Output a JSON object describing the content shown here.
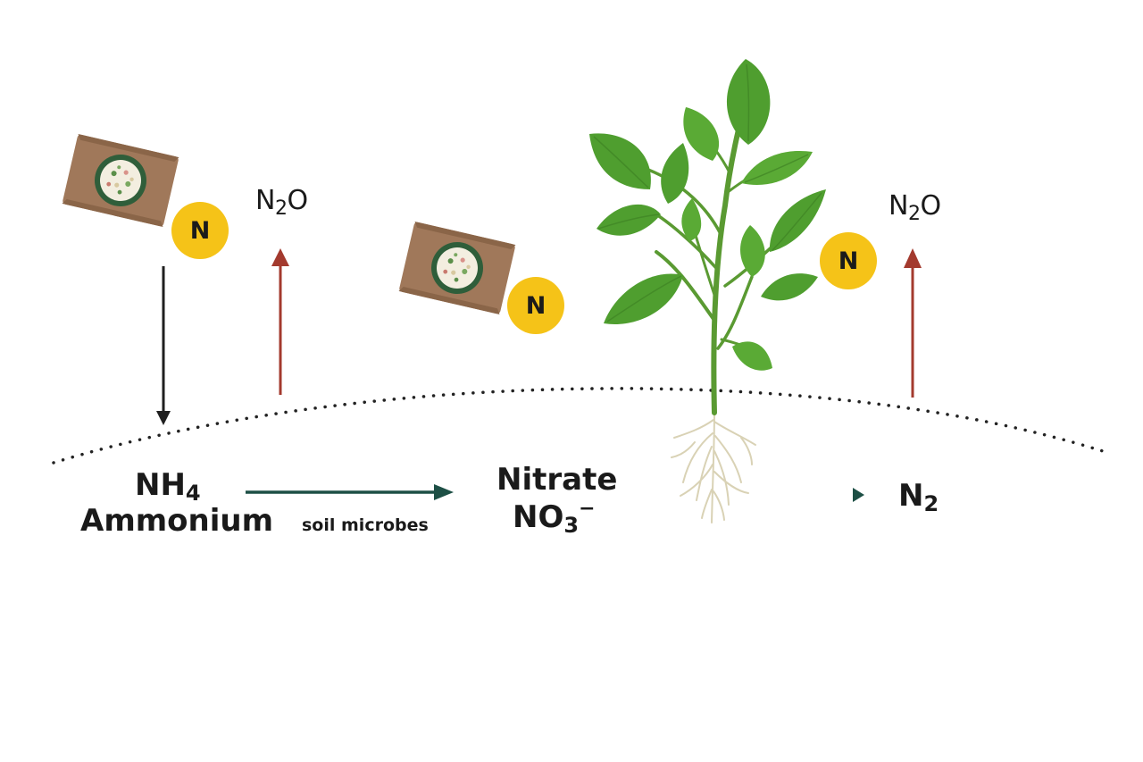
{
  "colors": {
    "bag_brown": "#a0785a",
    "bag_dark": "#8a6548",
    "bag_ring": "#2f5e3a",
    "bag_face": "#f3eee0",
    "badge_yellow": "#f5c318",
    "leaf_green": "#4f9e2f",
    "leaf_light": "#6cb93f",
    "stem_green": "#5a9a32",
    "root": "#d9d2b5",
    "arrow_black": "#1f1f1f",
    "arrow_red": "#a33a2e",
    "arrow_teal": "#1d4f45",
    "soil_dots": "#222222"
  },
  "icons": [
    "fertilizer-bag-icon",
    "nitrogen-badge-icon",
    "plant-icon",
    "roots-icon"
  ],
  "badges": {
    "badge_1": "N",
    "badge_2": "N",
    "badge_3": "N"
  },
  "labels": {
    "n2o_left": {
      "main": "N",
      "sub": "2",
      "tail": "O"
    },
    "n2o_right": {
      "main": "N",
      "sub": "2",
      "tail": "O"
    },
    "nh4": {
      "main": "NH",
      "sub": "4"
    },
    "ammonium": "Ammonium",
    "soil_microbes": "soil microbes",
    "nitrate": "Nitrate",
    "no3": {
      "main": "NO",
      "sub": "3",
      "sup": "−"
    },
    "n2": {
      "main": "N",
      "sub": "2"
    }
  }
}
